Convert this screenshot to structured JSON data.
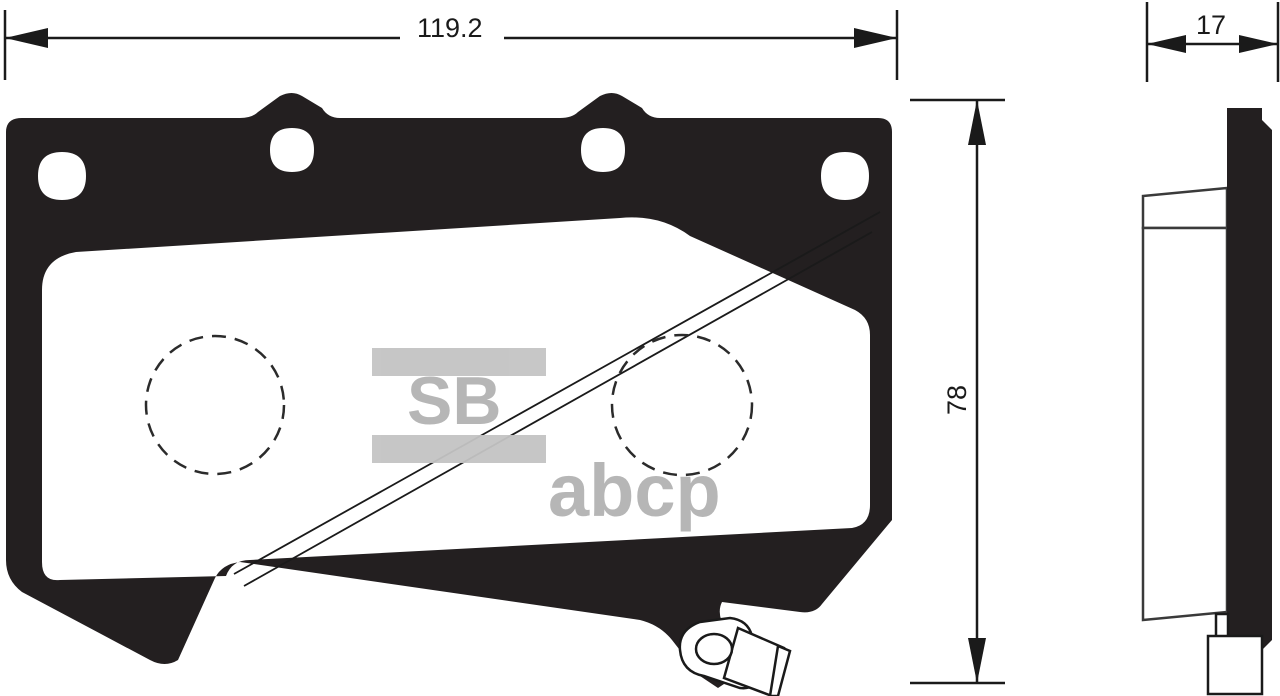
{
  "document": {
    "type": "technical-drawing",
    "subject": "brake-pad",
    "background_color": "#ffffff",
    "line_color": "#1a1a1a",
    "fill_color": "#231f20"
  },
  "dimensions": {
    "width": {
      "label": "119.2",
      "unit": "mm",
      "orientation": "horizontal",
      "view": "front"
    },
    "height": {
      "label": "78",
      "unit": "mm",
      "orientation": "vertical",
      "view": "front"
    },
    "thickness": {
      "label": "17",
      "unit": "mm",
      "orientation": "horizontal",
      "view": "side"
    }
  },
  "watermark": {
    "logo_text": "SB",
    "site_text": "abcp",
    "color": "#b3b3b3",
    "bar_color": "#c4c4c4"
  },
  "views": {
    "front": {
      "name": "front-view"
    },
    "side": {
      "name": "side-view"
    }
  },
  "features": {
    "mounting_holes": [
      {
        "name": "oval-hole-left",
        "shape": "oval"
      },
      {
        "name": "round-hole-left",
        "shape": "circle"
      },
      {
        "name": "round-hole-right",
        "shape": "circle"
      },
      {
        "name": "oval-hole-right",
        "shape": "oval"
      }
    ],
    "piston_contact_circles": [
      {
        "name": "piston-circle-left",
        "style": "dashed"
      },
      {
        "name": "piston-circle-right",
        "style": "dashed"
      }
    ],
    "wear_sensor": {
      "name": "wear-sensor-clip"
    }
  }
}
